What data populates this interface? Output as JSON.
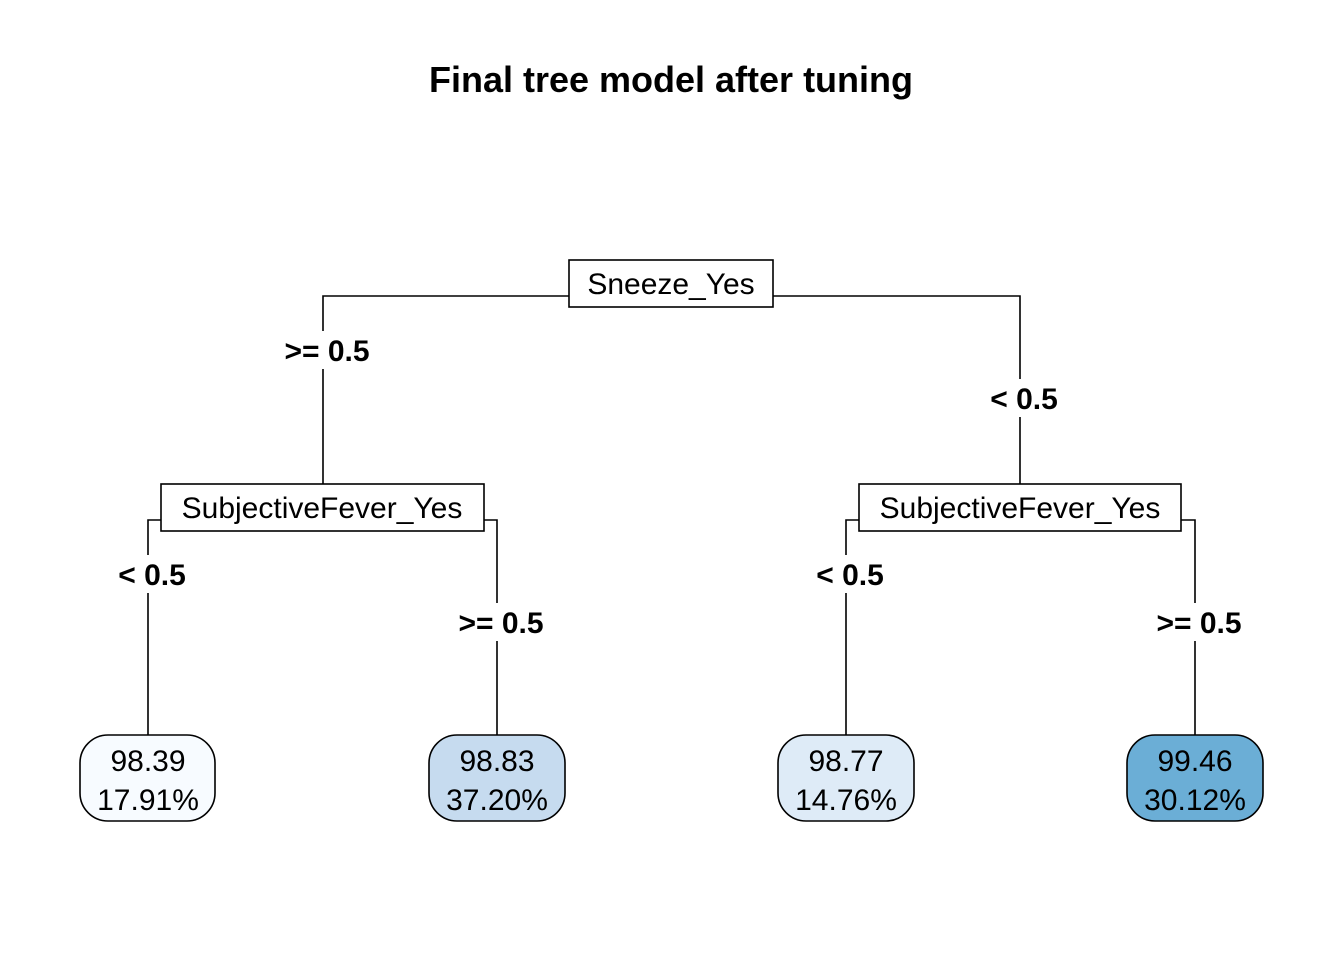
{
  "title": "Final tree model after tuning",
  "root": {
    "split_variable": "Sneeze_Yes"
  },
  "left_branch_label": ">= 0.5",
  "right_branch_label": "< 0.5",
  "left_child": {
    "split_variable": "SubjectiveFever_Yes",
    "left_branch_label": "< 0.5",
    "right_branch_label": ">= 0.5"
  },
  "right_child": {
    "split_variable": "SubjectiveFever_Yes",
    "left_branch_label": "< 0.5",
    "right_branch_label": ">= 0.5"
  },
  "leaves": [
    {
      "value": "98.39",
      "percent": "17.91%",
      "fill": "#f7fbff"
    },
    {
      "value": "98.83",
      "percent": "37.20%",
      "fill": "#c6dbef"
    },
    {
      "value": "98.77",
      "percent": "14.76%",
      "fill": "#deebf7"
    },
    {
      "value": "99.46",
      "percent": "30.12%",
      "fill": "#6baed6"
    }
  ],
  "colors": {
    "line": "#000000",
    "split_box_fill": "#ffffff"
  }
}
